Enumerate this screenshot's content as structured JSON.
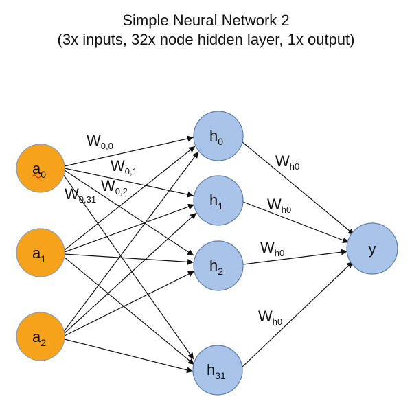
{
  "title": {
    "line1": "Simple Neural Network 2",
    "line2": "(3x inputs, 32x node hidden layer, 1x output)"
  },
  "nodes": {
    "inputs": [
      {
        "base": "a",
        "sub": "0"
      },
      {
        "base": "a",
        "sub": "1"
      },
      {
        "base": "a",
        "sub": "2"
      }
    ],
    "hidden": [
      {
        "base": "h",
        "sub": "0"
      },
      {
        "base": "h",
        "sub": "1"
      },
      {
        "base": "h",
        "sub": "2"
      },
      {
        "base": "h",
        "sub": "31"
      }
    ],
    "output": {
      "label": "y"
    }
  },
  "edge_labels": {
    "w00": {
      "base": "W",
      "sub": "0,0"
    },
    "w01": {
      "base": "W",
      "sub": "0,1"
    },
    "w02": {
      "base": "W",
      "sub": "0,2"
    },
    "w031": {
      "base": "W",
      "sub": "0,31"
    },
    "wh_a": {
      "base": "W",
      "sub": "h0"
    },
    "wh_b": {
      "base": "W",
      "sub": "h0"
    },
    "wh_c": {
      "base": "W",
      "sub": "h0"
    },
    "wh_d": {
      "base": "W",
      "sub": "h0"
    }
  },
  "colors": {
    "input_fill": "#f7a21b",
    "hidden_fill": "#a9c4e8",
    "output_fill": "#a9c4e8"
  }
}
